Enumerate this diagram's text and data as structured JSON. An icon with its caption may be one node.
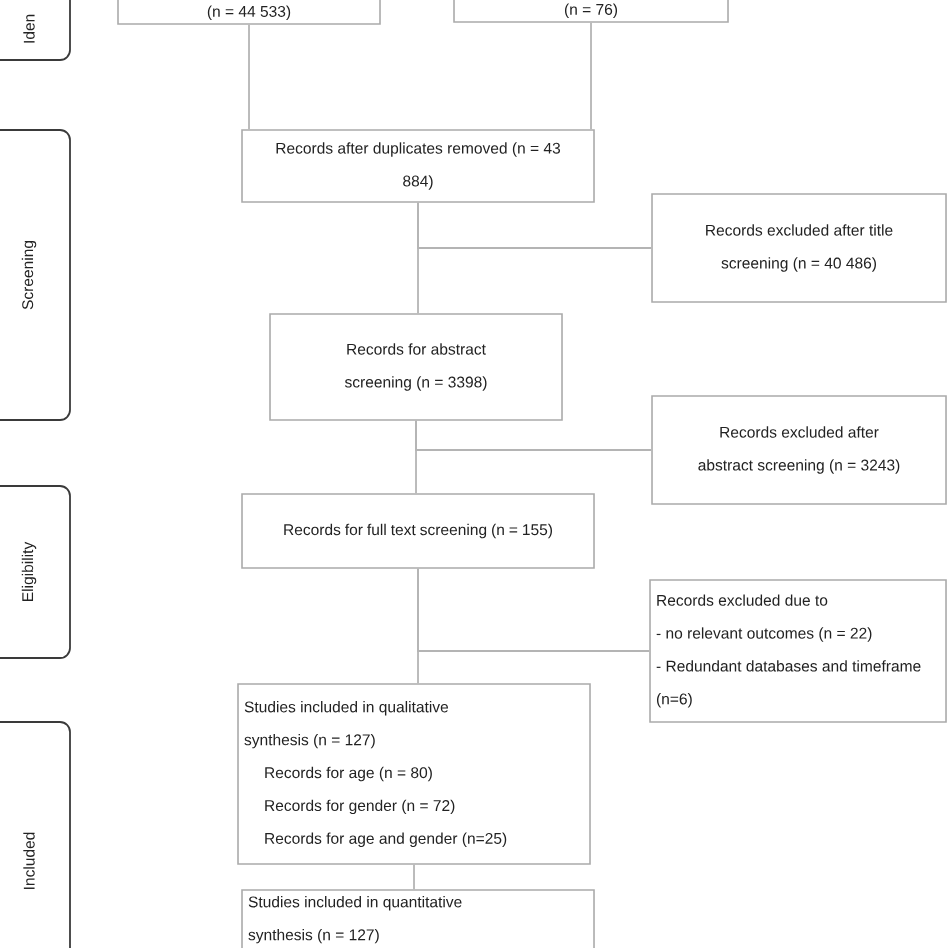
{
  "diagram": {
    "nodes": [
      {
        "text": [
          "Iden"
        ]
      },
      {
        "text": [
          "Screening"
        ]
      },
      {
        "text": [
          "Eligibility"
        ]
      },
      {
        "text": [
          "Included"
        ]
      },
      {
        "text": [
          "(n = 44 533)"
        ]
      },
      {
        "text": [
          "(n = 76)"
        ]
      },
      {
        "text": [
          "Records after duplicates removed (n = 43 884)"
        ]
      },
      {
        "text": [
          "Records excluded after title screening (n = 40 486)"
        ]
      },
      {
        "text": [
          "Records for abstract screening (n = 3398)"
        ]
      },
      {
        "text": [
          "Records excluded after abstract screening (n = 3243)"
        ]
      },
      {
        "text": [
          "Records for full text screening (n = 155)"
        ]
      },
      {
        "text": [
          "Records excluded due to",
          "- no relevant outcomes (n = 22)",
          "- Redundant databases and timeframe (n=6)"
        ]
      },
      {
        "text": [
          "Studies included in qualitative synthesis (n = 127)",
          "Records for age (n = 80)",
          "Records for gender (n = 72)",
          "Records for age and gender (n=25)"
        ]
      },
      {
        "text": [
          "Studies included in quantitative synthesis (n = 127)"
        ]
      }
    ],
    "edges": [
      {
        "from": 4,
        "to": 6,
        "arrow": "none"
      },
      {
        "from": 5,
        "to": 6,
        "arrow": "none"
      },
      {
        "from": 6,
        "to": 8,
        "arrow": "none"
      },
      {
        "from": 6,
        "to": 7,
        "arrow": "none"
      },
      {
        "from": 8,
        "to": 10,
        "arrow": "none"
      },
      {
        "from": 8,
        "to": 9,
        "arrow": "none"
      },
      {
        "from": 10,
        "to": 12,
        "arrow": "none"
      },
      {
        "from": 10,
        "to": 11,
        "arrow": "none"
      },
      {
        "from": 12,
        "to": 13,
        "arrow": "none"
      }
    ]
  }
}
